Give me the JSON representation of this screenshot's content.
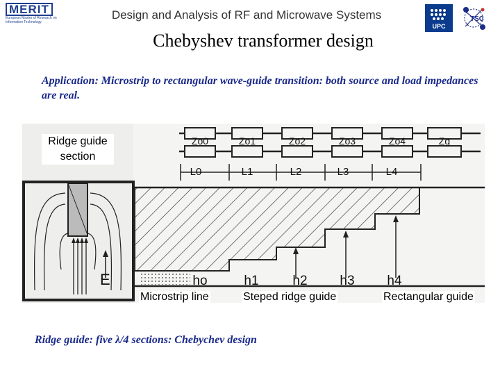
{
  "header": {
    "logo_word": "MERIT",
    "logo_sub": "European Master of Research on Information Technology",
    "title": "Design and Analysis of RF and Microwave Systems",
    "upc_text": "UPC"
  },
  "slide": {
    "title": "Chebyshev transformer design",
    "application": "Application: Microstrip to rectangular wave-guide transition: both source and load impedances are real.",
    "footer": "Ridge guide: five λ/4 sections: Chebychev design"
  },
  "figure": {
    "ridge_label": "Ridge guide section",
    "impedances": [
      "Zo0",
      "Zo1",
      "Zo2",
      "Zo3",
      "Zo4",
      "Zg"
    ],
    "lengths": [
      "L0",
      "L1",
      "L2",
      "L3",
      "L4"
    ],
    "heights": [
      "ho",
      "h1",
      "h2",
      "h3",
      "h4"
    ],
    "field_label": "E",
    "captions": {
      "microstrip": "Microstrip line",
      "steped": "Steped ridge guide",
      "rectangular": "Rectangular guide"
    }
  }
}
